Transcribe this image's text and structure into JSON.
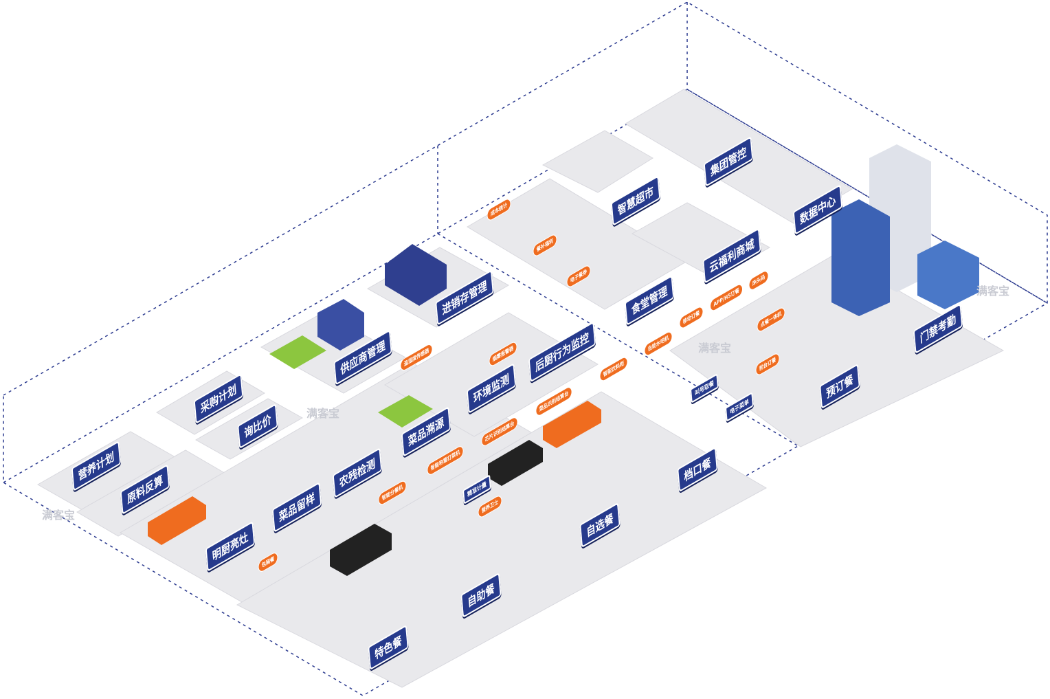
{
  "colors": {
    "tag_blue": "#263a8c",
    "tag_orange": "#ef6c1f",
    "platform": "#e9e9ec",
    "frame": "#2b3a8f"
  },
  "watermark": "满客宝",
  "modules": [
    {
      "label": "集团管控"
    },
    {
      "label": "数据中心"
    },
    {
      "label": "智慧超市"
    },
    {
      "label": "云福利商城"
    },
    {
      "label": "食堂管理"
    },
    {
      "label": "门禁考勤"
    },
    {
      "label": "预订餐"
    },
    {
      "label": "进销存管理"
    },
    {
      "label": "供应商管理"
    },
    {
      "label": "后厨行为监控"
    },
    {
      "label": "采购计划"
    },
    {
      "label": "询比价"
    },
    {
      "label": "营养计划"
    },
    {
      "label": "原料反算"
    },
    {
      "label": "环境监测"
    },
    {
      "label": "菜品溯源"
    },
    {
      "label": "农残检测"
    },
    {
      "label": "菜品留样"
    },
    {
      "label": "明厨亮灶"
    },
    {
      "label": "档口餐"
    },
    {
      "label": "自选餐"
    },
    {
      "label": "自助餐"
    },
    {
      "label": "特色餐"
    }
  ],
  "sub_labels": [
    {
      "label": "精准计量"
    },
    {
      "label": "叫号取餐"
    },
    {
      "label": "电子菜单"
    }
  ],
  "features": [
    {
      "label": "移动订餐"
    },
    {
      "label": "APP/H5订餐"
    },
    {
      "label": "床头码"
    },
    {
      "label": "点餐一体机"
    },
    {
      "label": "前台订餐"
    },
    {
      "label": "成本统计"
    },
    {
      "label": "餐补福利"
    },
    {
      "label": "电子餐券"
    },
    {
      "label": "智能分餐机"
    },
    {
      "label": "智能称重打菜机"
    },
    {
      "label": "芯片识别结算台"
    },
    {
      "label": "菜品识别结算台"
    },
    {
      "label": "营养卫士"
    },
    {
      "label": "智能饮料柜"
    },
    {
      "label": "自助水吧机"
    },
    {
      "label": "温湿度传感器"
    },
    {
      "label": "烟雾报警器"
    },
    {
      "label": "包厢餐"
    }
  ]
}
